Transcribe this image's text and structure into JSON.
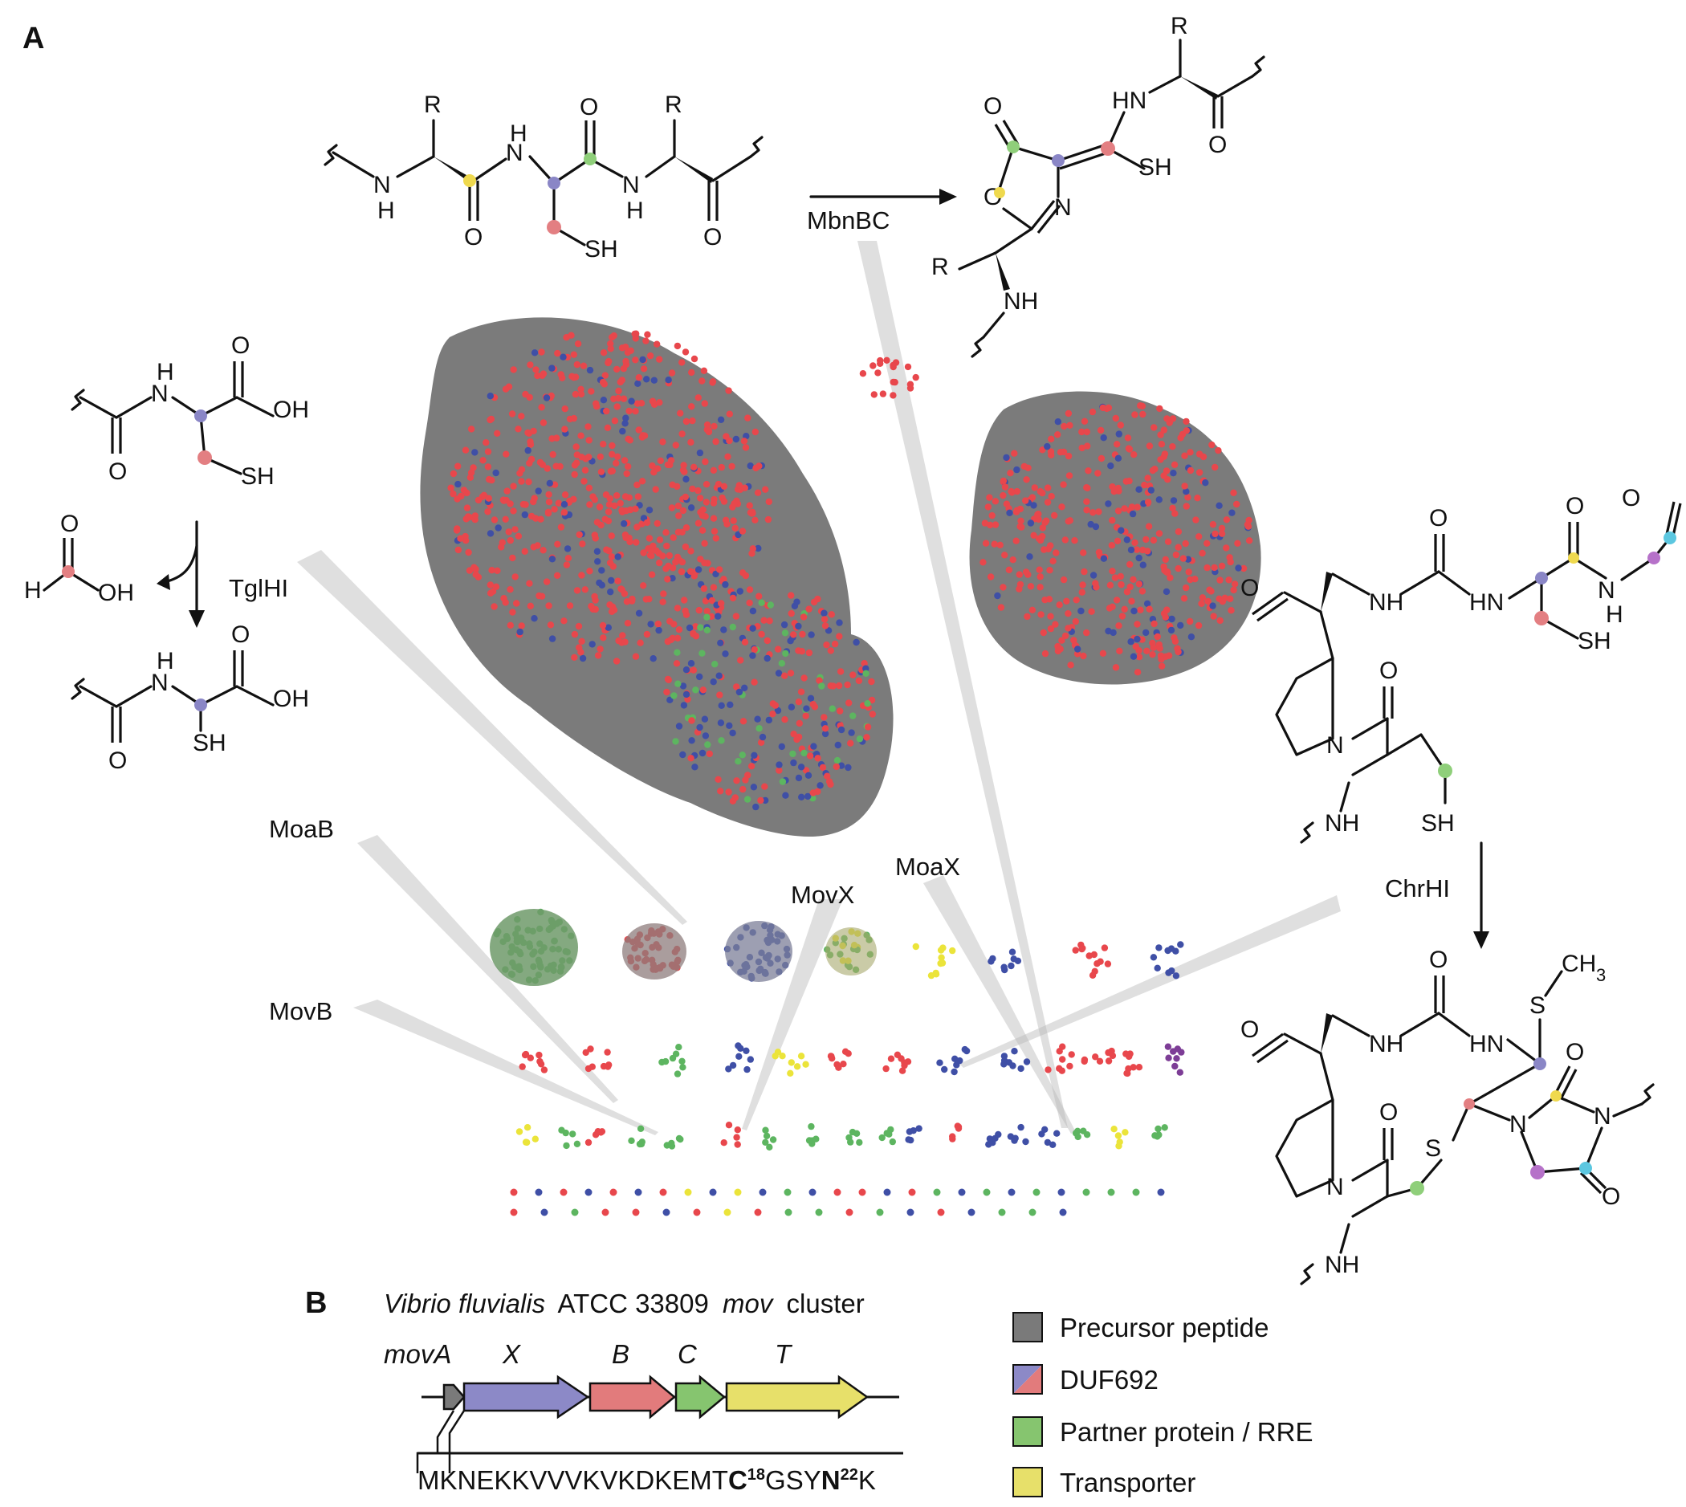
{
  "panels": {
    "a": "A",
    "b": "B"
  },
  "enzymes": {
    "mbnbc": "MbnBC",
    "tglhi": "TglHI",
    "chrhi": "ChrHI",
    "moab": "MoaB",
    "movb": "MovB",
    "movx": "MovX",
    "moax": "MoaX"
  },
  "chem": {
    "R": "R",
    "H": "H",
    "NH": "NH",
    "HN": "HN",
    "O": "O",
    "N": "N",
    "S": "S",
    "SH": "SH",
    "OH": "OH",
    "CH": "CH",
    "sub3": "3"
  },
  "colors": {
    "red": "#e8474c",
    "blue": "#3f4fa6",
    "green": "#5db560",
    "yellow": "#ebe43a",
    "purple": "#7d3d96",
    "gray_node_bg": "#7b7b7b",
    "dot_blue": "#8a86c6",
    "dot_red": "#e37f82",
    "dot_green": "#8fcf7a",
    "dot_yellow": "#efd94e",
    "dot_purple": "#b672c9",
    "dot_cyan": "#5cc7e0",
    "gene_gray": "#7a7a7a",
    "gene_x": "#8c89c7",
    "gene_b": "#e27b7c",
    "gene_c": "#86c56f",
    "gene_t": "#e7e06a"
  },
  "cluster": {
    "title_species": "Vibrio fluvialis",
    "title_strain": "ATCC 33809",
    "title_gene": "mov",
    "title_suffix": "cluster",
    "genes": [
      "movA",
      "X",
      "B",
      "C",
      "T"
    ],
    "sequence": {
      "prefix": "MKNEKKVVVKVKDKEMT",
      "c": "C",
      "c_sup": "18",
      "mid": "GSY",
      "n": "N",
      "n_sup": "22",
      "end": "K"
    }
  },
  "legend": [
    {
      "label": "Precursor peptide",
      "swatch": "gray"
    },
    {
      "label": "DUF692",
      "swatch": "blue-red"
    },
    {
      "label": "Partner protein / RRE",
      "swatch": "green"
    },
    {
      "label": "Transporter",
      "swatch": "yellow"
    }
  ]
}
